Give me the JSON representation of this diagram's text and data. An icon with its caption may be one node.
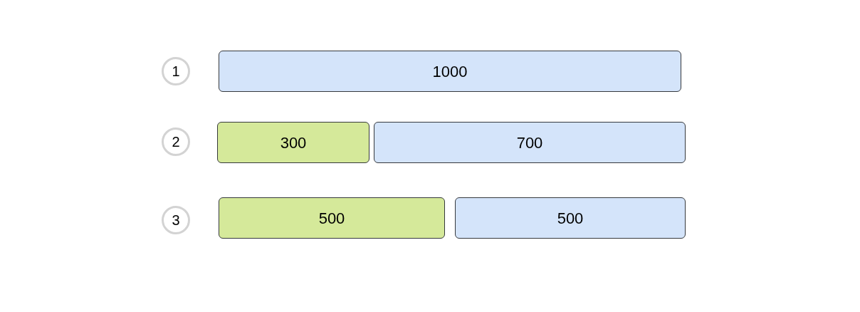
{
  "diagram": {
    "nodes": [
      {
        "text": [
          "1"
        ]
      },
      {
        "text": [
          "1000"
        ]
      },
      {
        "text": [
          "2"
        ]
      },
      {
        "text": [
          "300"
        ]
      },
      {
        "text": [
          "700"
        ]
      },
      {
        "text": [
          "3"
        ]
      },
      {
        "text": [
          "500"
        ]
      },
      {
        "text": [
          "500"
        ]
      }
    ]
  }
}
